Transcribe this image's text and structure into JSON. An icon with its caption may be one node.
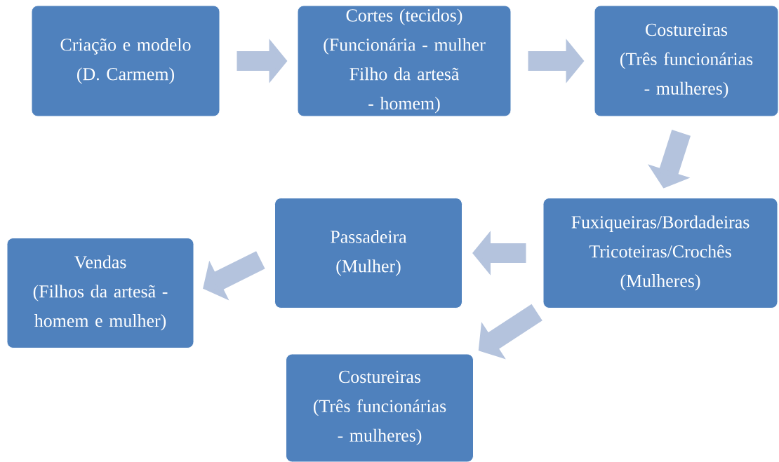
{
  "diagram": {
    "nodes": [
      {
        "text": [
          "Criação e modelo",
          "(D. Carmem)"
        ]
      },
      {
        "text": [
          "Cortes (tecidos)",
          "(Funcionária - mulher",
          "Filho da artesã - homem)"
        ]
      },
      {
        "text": [
          "Costureiras",
          "(Três funcionárias - mulheres)"
        ]
      },
      {
        "text": [
          "Vendas",
          "(Filhos da artesã - homem e mulher)"
        ]
      },
      {
        "text": [
          "Passadeira",
          "(Mulher)"
        ]
      },
      {
        "text": [
          "Fuxiqueiras/Bordadeiras",
          "Tricoteiras/Crochês",
          "(Mulheres)"
        ]
      },
      {
        "text": [
          "Costureiras",
          "(Três funcionárias - mulheres)"
        ]
      }
    ],
    "edges": [
      {
        "from": 0,
        "to": 1,
        "arrow": "to"
      },
      {
        "from": 1,
        "to": 2,
        "arrow": "to"
      },
      {
        "from": 2,
        "to": 5,
        "arrow": "to"
      },
      {
        "from": 5,
        "to": 4,
        "arrow": "to"
      },
      {
        "from": 4,
        "to": 3,
        "arrow": "to"
      },
      {
        "from": 5,
        "to": 6,
        "arrow": "to"
      }
    ]
  }
}
